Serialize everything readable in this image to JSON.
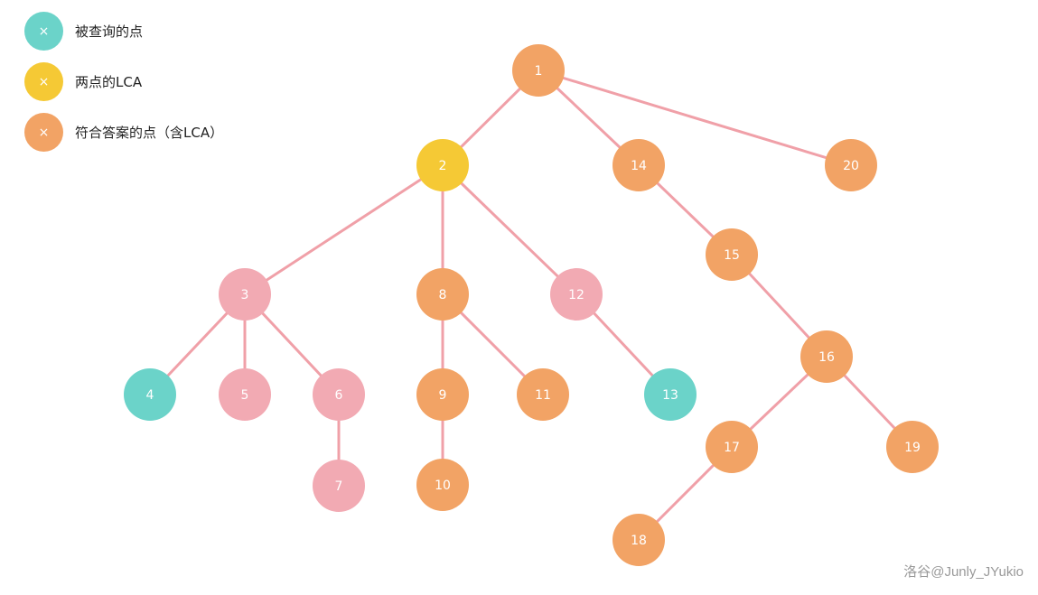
{
  "colors": {
    "queried": "#6bd3c9",
    "lca": "#f5c935",
    "answer": "#f2a365",
    "other": "#f2aab3",
    "edge": "#f0a0a8"
  },
  "legend": [
    {
      "type": "queried",
      "label": "被查询的点",
      "icon": "×"
    },
    {
      "type": "lca",
      "label": "两点的LCA",
      "icon": "×"
    },
    {
      "type": "answer",
      "label": "符合答案的点（含LCA）",
      "icon": "×"
    }
  ],
  "nodes": [
    {
      "id": "1",
      "type": "answer"
    },
    {
      "id": "2",
      "type": "lca"
    },
    {
      "id": "3",
      "type": "other"
    },
    {
      "id": "4",
      "type": "queried"
    },
    {
      "id": "5",
      "type": "other"
    },
    {
      "id": "6",
      "type": "other"
    },
    {
      "id": "7",
      "type": "other"
    },
    {
      "id": "8",
      "type": "answer"
    },
    {
      "id": "9",
      "type": "answer"
    },
    {
      "id": "10",
      "type": "answer"
    },
    {
      "id": "11",
      "type": "answer"
    },
    {
      "id": "12",
      "type": "other"
    },
    {
      "id": "13",
      "type": "queried"
    },
    {
      "id": "14",
      "type": "answer"
    },
    {
      "id": "15",
      "type": "answer"
    },
    {
      "id": "16",
      "type": "answer"
    },
    {
      "id": "17",
      "type": "answer"
    },
    {
      "id": "18",
      "type": "answer"
    },
    {
      "id": "19",
      "type": "answer"
    },
    {
      "id": "20",
      "type": "answer"
    }
  ],
  "edges": [
    [
      "1",
      "2"
    ],
    [
      "1",
      "14"
    ],
    [
      "1",
      "20"
    ],
    [
      "2",
      "3"
    ],
    [
      "2",
      "8"
    ],
    [
      "2",
      "12"
    ],
    [
      "3",
      "4"
    ],
    [
      "3",
      "5"
    ],
    [
      "3",
      "6"
    ],
    [
      "6",
      "7"
    ],
    [
      "8",
      "9"
    ],
    [
      "8",
      "11"
    ],
    [
      "9",
      "10"
    ],
    [
      "12",
      "13"
    ],
    [
      "14",
      "15"
    ],
    [
      "15",
      "16"
    ],
    [
      "16",
      "17"
    ],
    [
      "16",
      "19"
    ],
    [
      "17",
      "18"
    ]
  ],
  "watermark": "洛谷@Junly_JYukio"
}
